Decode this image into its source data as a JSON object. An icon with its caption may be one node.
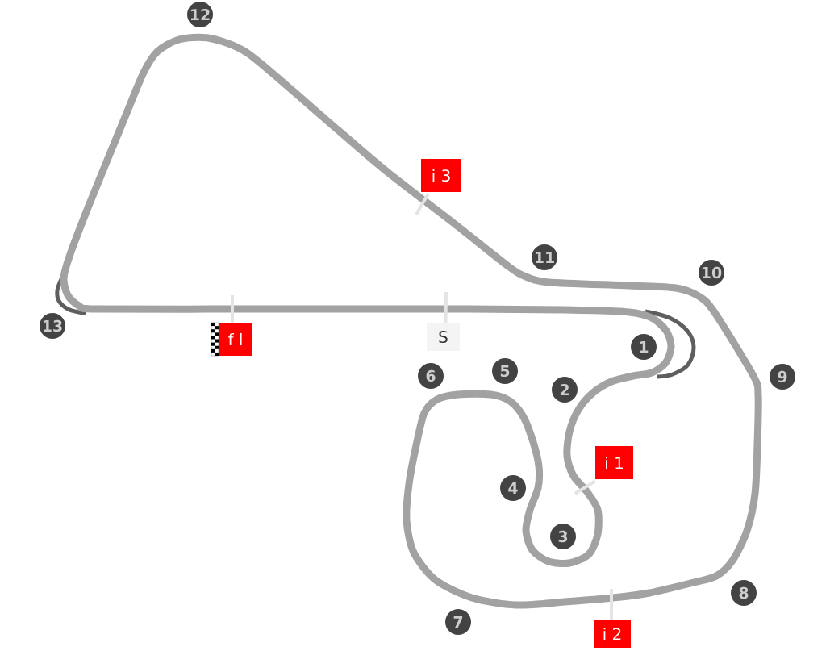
{
  "diagram": {
    "nodes": [
      {
        "text": [
          "12"
        ]
      },
      {
        "text": [
          "i 3"
        ]
      },
      {
        "text": [
          "11"
        ]
      },
      {
        "text": [
          "10"
        ]
      },
      {
        "text": [
          "13"
        ]
      },
      {
        "text": [
          "f l"
        ]
      },
      {
        "text": [
          "S"
        ]
      },
      {
        "text": [
          "1"
        ]
      },
      {
        "text": [
          "6"
        ]
      },
      {
        "text": [
          "5"
        ]
      },
      {
        "text": [
          "2"
        ]
      },
      {
        "text": [
          "9"
        ]
      },
      {
        "text": [
          "i 1"
        ]
      },
      {
        "text": [
          "4"
        ]
      },
      {
        "text": [
          "3"
        ]
      },
      {
        "text": [
          "8"
        ]
      },
      {
        "text": [
          "7"
        ]
      },
      {
        "text": [
          "i 2"
        ]
      }
    ],
    "edges": [
      {
        "from": 1,
        "to": null,
        "arrow": "none"
      },
      {
        "from": 5,
        "to": null,
        "arrow": "none"
      },
      {
        "from": 6,
        "to": null,
        "arrow": "none"
      },
      {
        "from": 12,
        "to": null,
        "arrow": "none"
      },
      {
        "from": 17,
        "to": null,
        "arrow": "none"
      }
    ]
  }
}
